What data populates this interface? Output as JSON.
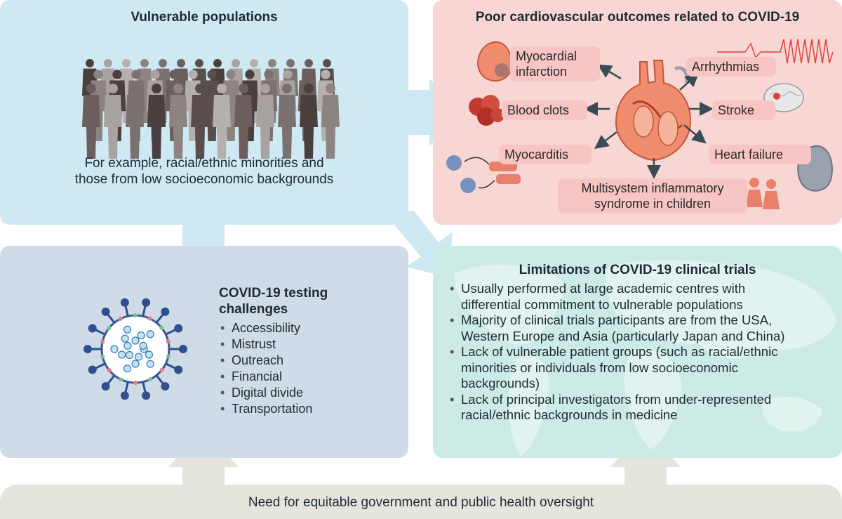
{
  "vulnerable": {
    "title": "Vulnerable populations",
    "description_line1": "For example, racial/ethnic minorities and",
    "description_line2": "those from low socioeconomic backgrounds"
  },
  "cardio": {
    "title": "Poor cardiovascular outcomes related to COVID-19",
    "labels": {
      "mi_line1": "Myocardial",
      "mi_line2": "infarction",
      "blood_clots": "Blood clots",
      "myocarditis": "Myocarditis",
      "arrhythmias": "Arrhythmias",
      "stroke": "Stroke",
      "heart_failure": "Heart failure",
      "mis_line1": "Multisystem inflammatory",
      "mis_line2": "syndrome in children"
    }
  },
  "testing": {
    "title_line1": "COVID-19 testing",
    "title_line2": "challenges",
    "items": [
      "Accessibility",
      "Mistrust",
      "Outreach",
      "Financial",
      "Digital divide",
      "Transportation"
    ]
  },
  "trials": {
    "title": "Limitations of COVID-19 clinical trials",
    "items": [
      [
        "Usually performed at large academic centres with",
        "differential commitment to vulnerable populations"
      ],
      [
        "Majority of clinical trials participants are from the USA,",
        "Western Europe and Asia (particularly Japan and China)"
      ],
      [
        "Lack of vulnerable patient groups (such as racial/ethnic",
        "minorities or individuals from low socioeconomic",
        "backgrounds)"
      ],
      [
        "Lack of principal investigators from under-represented",
        "racial/ethnic backgrounds in medicine"
      ]
    ]
  },
  "oversight": {
    "text": "Need for equitable government and public health oversight"
  },
  "colors": {
    "vulnerable_bg": "#cfe9f4",
    "cardio_bg": "#f8d6d4",
    "testing_bg": "#cfdbe7",
    "trials_bg": "#cdebe6",
    "oversight_bg": "#e6e5dd",
    "label_bg": "#f7c5c3"
  }
}
